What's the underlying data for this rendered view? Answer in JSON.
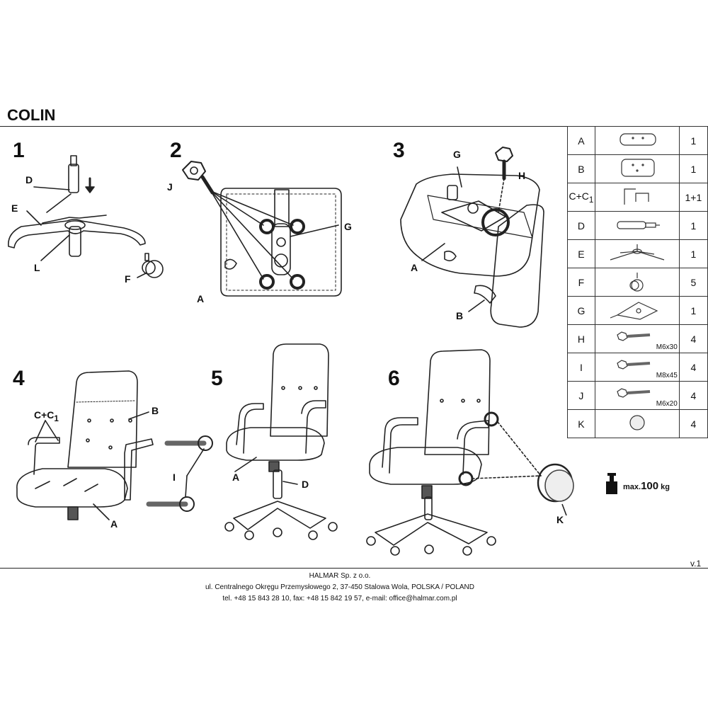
{
  "title": "COLIN",
  "steps": [
    "1",
    "2",
    "3",
    "4",
    "5",
    "6"
  ],
  "labels": {
    "s1": {
      "D": "D",
      "E": "E",
      "L": "L",
      "F": "F"
    },
    "s2": {
      "J": "J",
      "G": "G",
      "A": "A"
    },
    "s3": {
      "G": "G",
      "H": "H",
      "A": "A",
      "B": "B"
    },
    "s4": {
      "CC1": "C+C",
      "sub": "1",
      "B": "B",
      "I": "I",
      "A": "A"
    },
    "s5": {
      "A": "A",
      "D": "D"
    },
    "s6": {
      "K": "K"
    }
  },
  "parts": [
    {
      "letter": "A",
      "icon": "seat-cushion-icon",
      "qty": "1",
      "size": ""
    },
    {
      "letter": "B",
      "icon": "backrest-icon",
      "qty": "1",
      "size": ""
    },
    {
      "letter": "C+C",
      "sub": "1",
      "icon": "armrest-icon",
      "qty": "1+1",
      "size": ""
    },
    {
      "letter": "D",
      "icon": "gas-lift-icon",
      "qty": "1",
      "size": ""
    },
    {
      "letter": "E",
      "icon": "star-base-icon",
      "qty": "1",
      "size": ""
    },
    {
      "letter": "F",
      "icon": "caster-icon",
      "qty": "5",
      "size": ""
    },
    {
      "letter": "G",
      "icon": "tilt-mechanism-icon",
      "qty": "1",
      "size": ""
    },
    {
      "letter": "H",
      "icon": "bolt-icon",
      "qty": "4",
      "size": "M6x30"
    },
    {
      "letter": "I",
      "icon": "bolt-icon",
      "qty": "4",
      "size": "M8x45"
    },
    {
      "letter": "J",
      "icon": "bolt-icon",
      "qty": "4",
      "size": "M6x20"
    },
    {
      "letter": "K",
      "icon": "cap-icon",
      "qty": "4",
      "size": ""
    }
  ],
  "max_load": {
    "prefix": "max.",
    "value": "100",
    "unit": "kg"
  },
  "version": "v.1",
  "footer": {
    "company": "HALMAR Sp. z o.o.",
    "address": "ul. Centralnego Okręgu Przemysłowego 2, 37-450 Stalowa Wola, POLSKA / POLAND",
    "contact": "tel. +48 15 843 28 10, fax: +48 15 842 19 57, e-mail: office@halmar.com.pl"
  }
}
